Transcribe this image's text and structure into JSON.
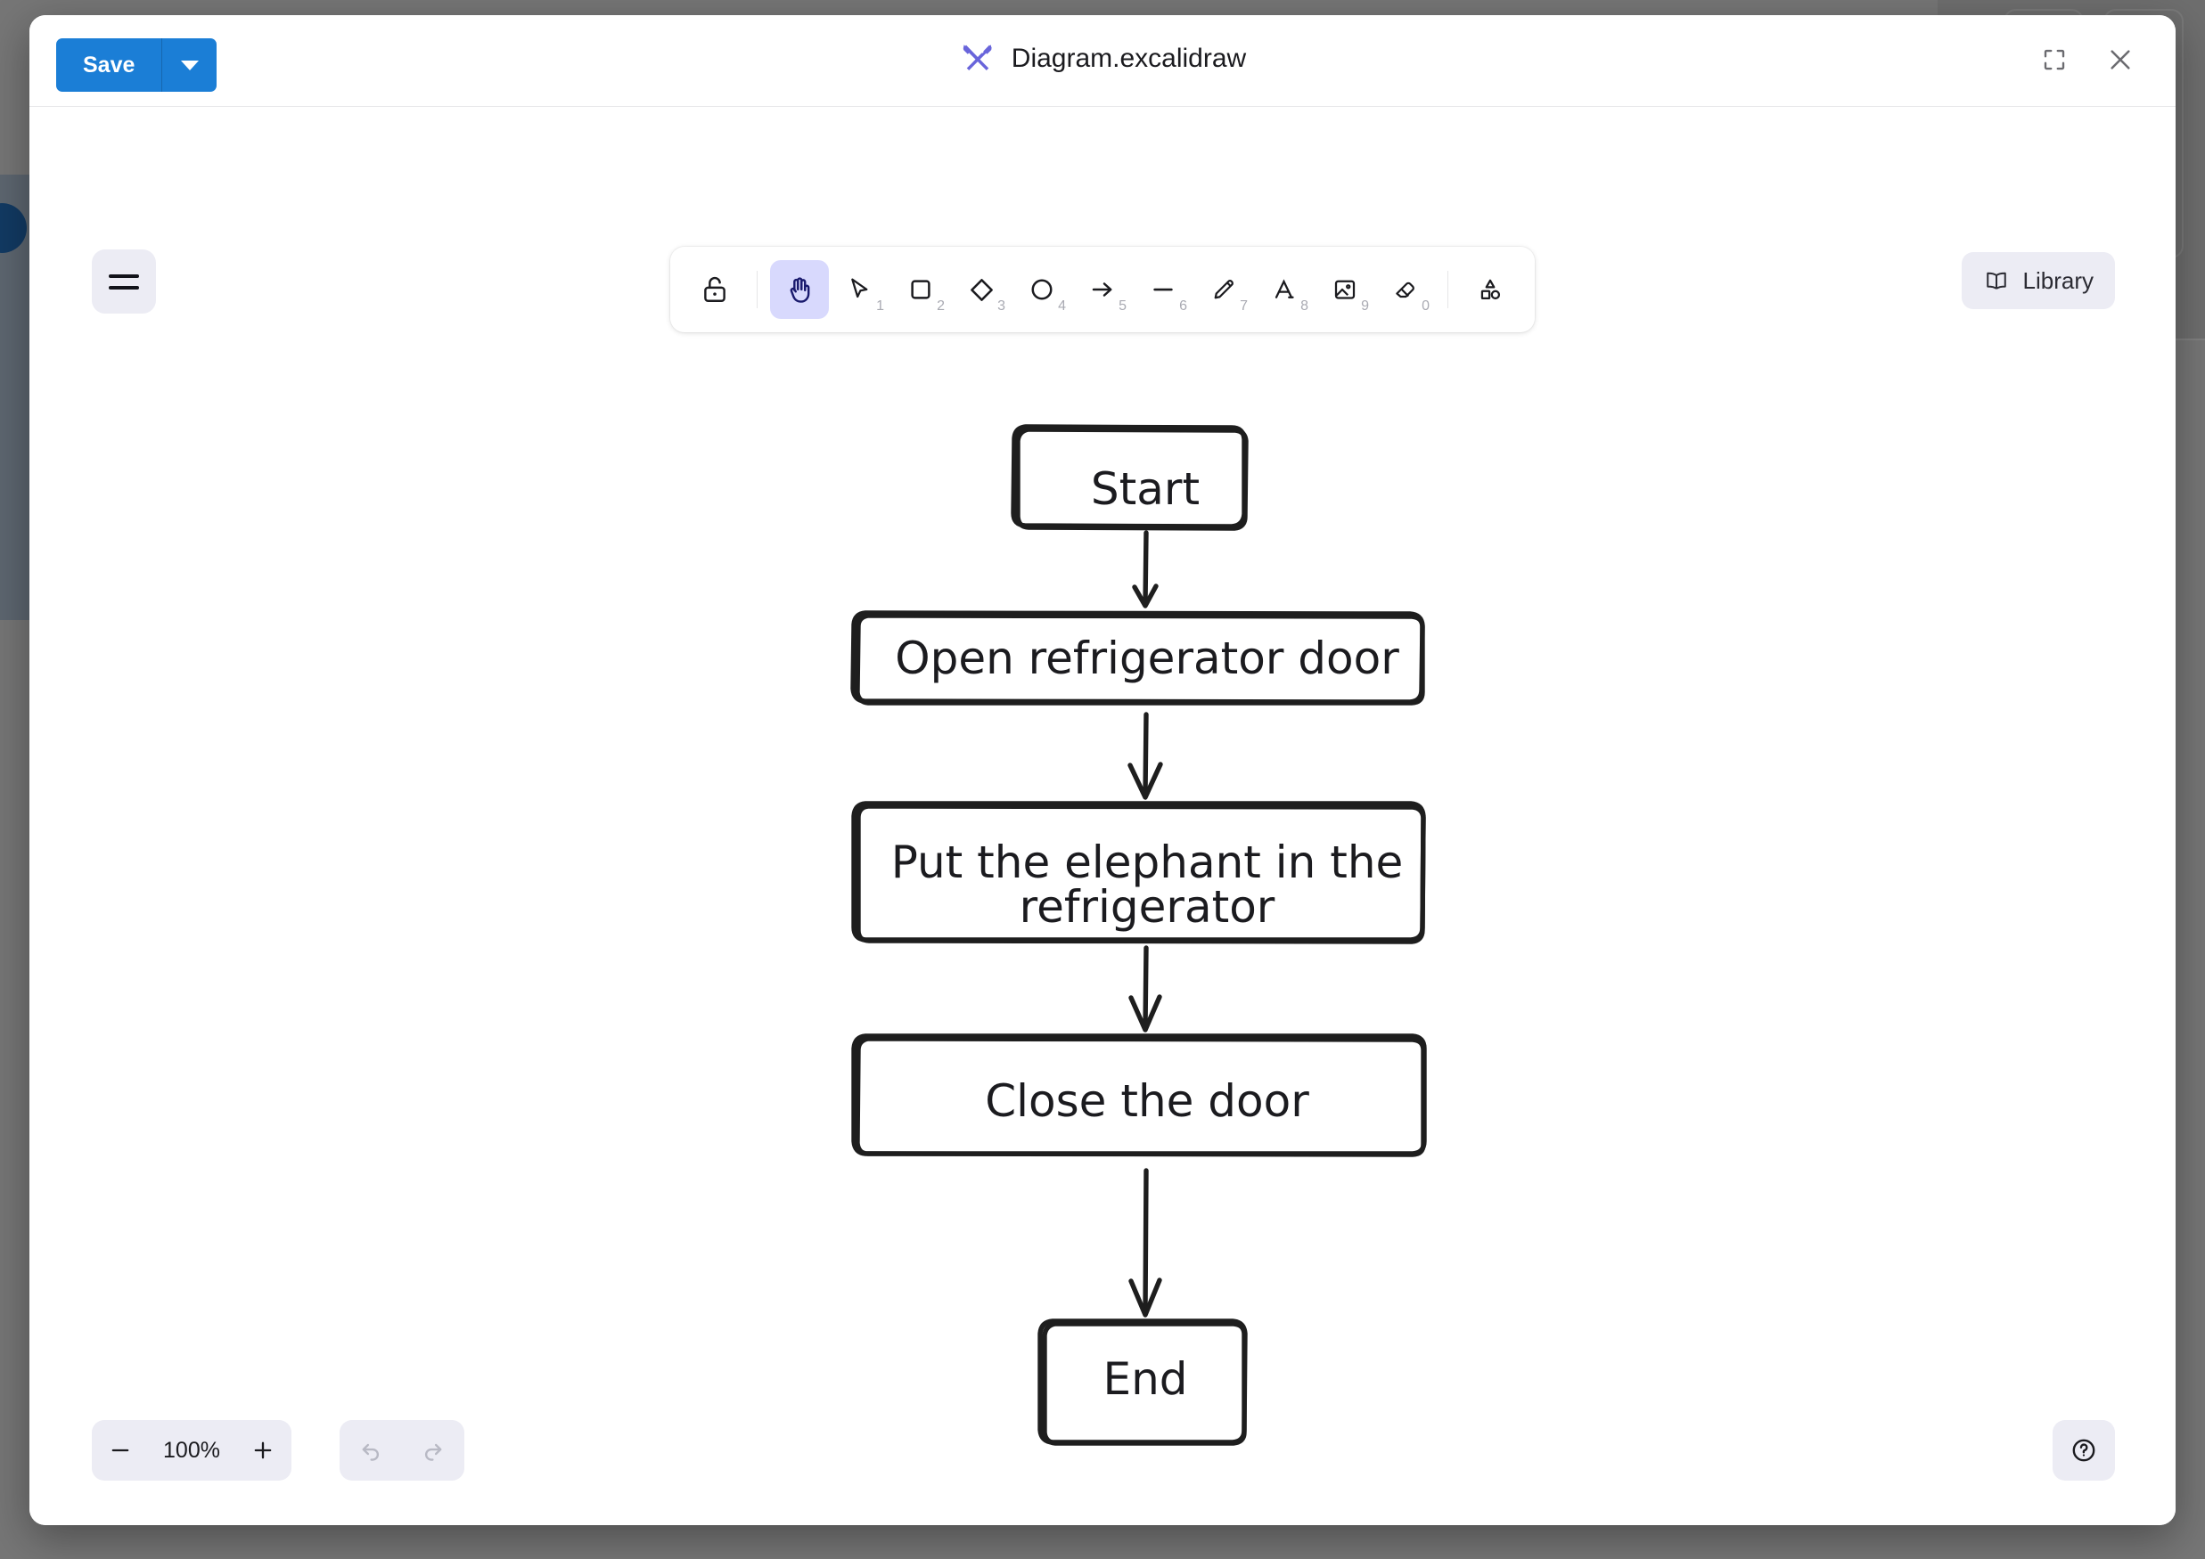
{
  "window": {
    "title": "Diagram.excalidraw",
    "logo_icon": "excalidraw-logo-icon",
    "save_label": "Save",
    "save_dropdown_icon": "chevron-down-icon",
    "fullscreen_icon": "fullscreen-icon",
    "close_icon": "close-icon"
  },
  "canvas": {
    "menu_icon": "hamburger-menu-icon",
    "library_label": "Library",
    "library_icon": "book-icon"
  },
  "toolbar": {
    "tools": [
      {
        "name": "lock-tool",
        "icon": "unlock-icon",
        "shortcut": "",
        "active": false
      },
      {
        "name": "hand-tool",
        "icon": "hand-icon",
        "shortcut": "",
        "active": true
      },
      {
        "name": "selection-tool",
        "icon": "cursor-icon",
        "shortcut": "1",
        "active": false
      },
      {
        "name": "rectangle-tool",
        "icon": "square-icon",
        "shortcut": "2",
        "active": false
      },
      {
        "name": "diamond-tool",
        "icon": "diamond-icon",
        "shortcut": "3",
        "active": false
      },
      {
        "name": "ellipse-tool",
        "icon": "circle-icon",
        "shortcut": "4",
        "active": false
      },
      {
        "name": "arrow-tool",
        "icon": "arrow-icon",
        "shortcut": "5",
        "active": false
      },
      {
        "name": "line-tool",
        "icon": "line-icon",
        "shortcut": "6",
        "active": false
      },
      {
        "name": "draw-tool",
        "icon": "pencil-icon",
        "shortcut": "7",
        "active": false
      },
      {
        "name": "text-tool",
        "icon": "text-a-icon",
        "shortcut": "8",
        "active": false
      },
      {
        "name": "image-tool",
        "icon": "image-icon",
        "shortcut": "9",
        "active": false
      },
      {
        "name": "eraser-tool",
        "icon": "eraser-icon",
        "shortcut": "0",
        "active": false
      },
      {
        "name": "shapes-tool",
        "icon": "shapes-icon",
        "shortcut": "",
        "active": false
      }
    ]
  },
  "footer": {
    "zoom_out_icon": "minus-icon",
    "zoom_value": "100%",
    "zoom_in_icon": "plus-icon",
    "undo_icon": "undo-icon",
    "redo_icon": "redo-icon",
    "help_icon": "question-mark-icon"
  },
  "chart_data": {
    "type": "diagram",
    "diagram_kind": "flowchart",
    "title": "",
    "style": "hand-drawn",
    "stroke_color": "#1e1e1e",
    "fill_color": "#ffffff",
    "nodes": [
      {
        "id": "start",
        "label": "Start",
        "shape": "rounded-rectangle"
      },
      {
        "id": "open",
        "label": "Open refrigerator door",
        "shape": "rounded-rectangle"
      },
      {
        "id": "put",
        "label": "Put the elephant in the refrigerator",
        "shape": "rounded-rectangle"
      },
      {
        "id": "close",
        "label": "Close the door",
        "shape": "rounded-rectangle"
      },
      {
        "id": "end",
        "label": "End",
        "shape": "rounded-rectangle"
      }
    ],
    "edges": [
      {
        "from": "start",
        "to": "open",
        "label": "",
        "arrow": true
      },
      {
        "from": "open",
        "to": "put",
        "label": "",
        "arrow": true
      },
      {
        "from": "put",
        "to": "close",
        "label": "",
        "arrow": true
      },
      {
        "from": "close",
        "to": "end",
        "label": "",
        "arrow": true
      }
    ]
  },
  "nodes_text": {
    "start": "Start",
    "open": "Open refrigerator door",
    "put_line1": "Put the elephant in the",
    "put_line2": "refrigerator",
    "close": "Close the door",
    "end": "End"
  }
}
